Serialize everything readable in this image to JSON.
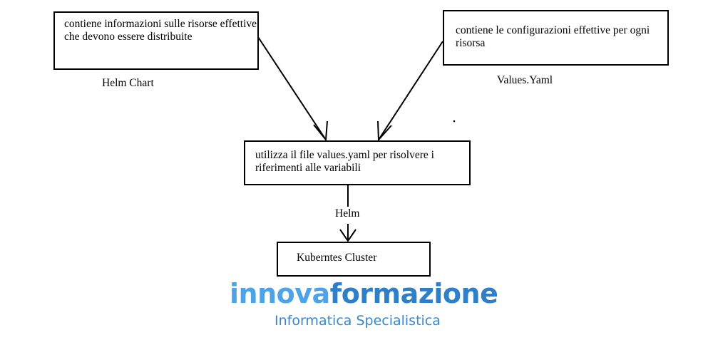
{
  "nodes": {
    "helm_chart_box": "contiene informazioni sulle risorse effettive che devono essere distribuite",
    "helm_chart_label": "Helm Chart",
    "values_box": "contiene le configurazioni effettive per ogni risorsa",
    "values_label": "Values.Yaml",
    "helm_process_box": "utilizza il file values.yaml per risolvere i riferimenti alle variabili",
    "edge_label": "Helm",
    "cluster_box": "Kuberntes Cluster"
  },
  "logo": {
    "part1": "innova",
    "part2": "formazione",
    "tagline": "Informatica Specialistica",
    "color1": "#4da3e6",
    "color2": "#2f7fc8"
  }
}
